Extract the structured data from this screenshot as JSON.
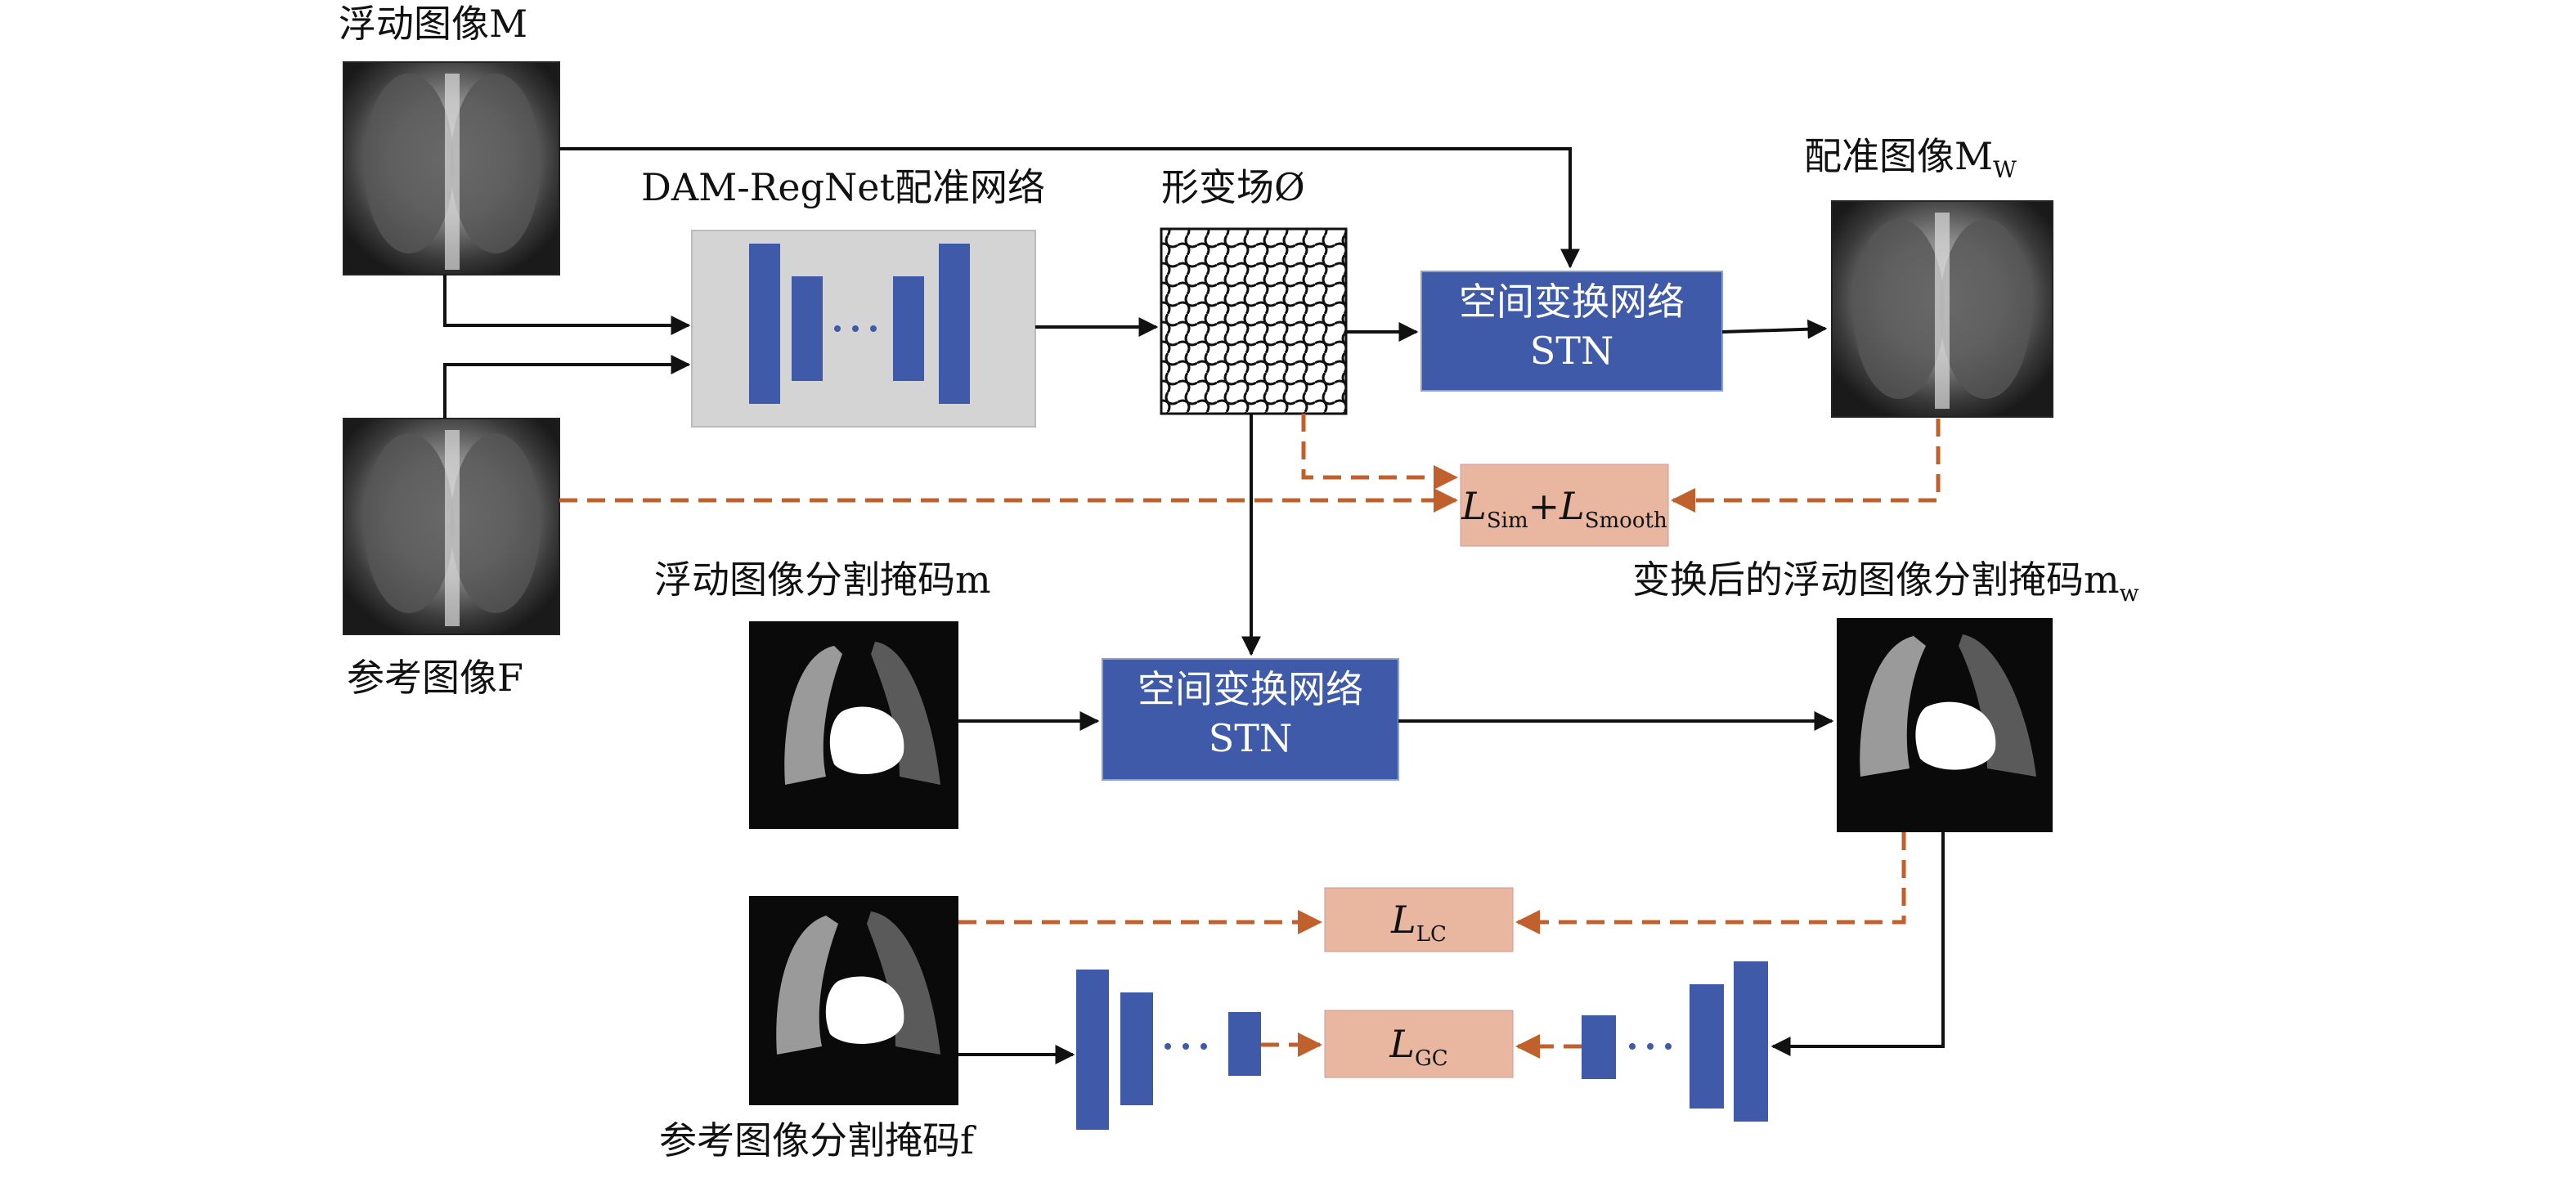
{
  "labels": {
    "moving_image": "浮动图像M",
    "fixed_image": "参考图像F",
    "regnet_title": "DAM-RegNet配准网络",
    "deformation_field": "形变场Ø",
    "registered_image_main": "配准图像M",
    "registered_image_sub": "W",
    "moving_mask": "浮动图像分割掩码m",
    "warped_mask_main": "变换后的浮动图像分割掩码m",
    "warped_mask_sub": "w",
    "fixed_mask": "参考图像分割掩码f"
  },
  "stn1": {
    "line1": "空间变换网络",
    "line2": "STN"
  },
  "stn2": {
    "line1": "空间变换网络",
    "line2": "STN"
  },
  "loss_sim": {
    "l1": "L",
    "s1": "Sim",
    "plus": "+",
    "l2": "L",
    "s2": "Smooth"
  },
  "loss_lc": {
    "l": "L",
    "s": "LC"
  },
  "loss_gc": {
    "l": "L",
    "s": "GC"
  },
  "colors": {
    "blue": "#3f5aa8",
    "gray_box": "#d4d4d4",
    "loss_fill": "#e9b6a0",
    "dashed_arrow": "#c0602c",
    "solid_arrow": "#111111"
  }
}
